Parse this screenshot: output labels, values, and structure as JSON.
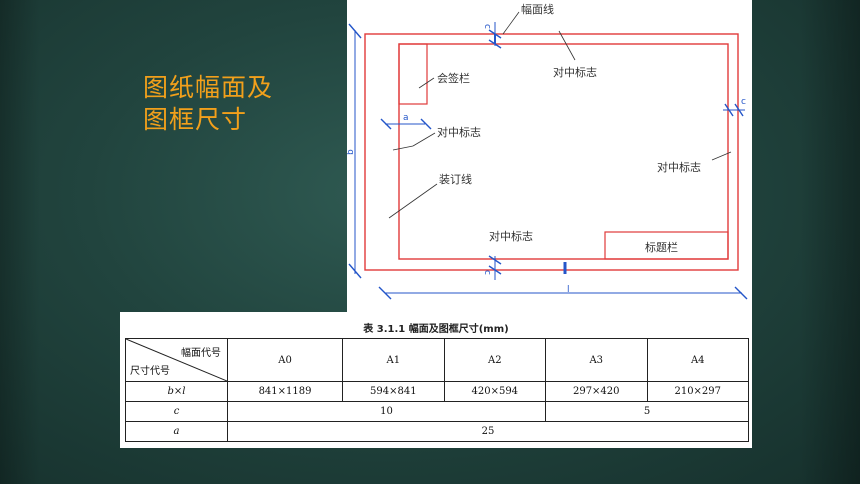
{
  "slide": {
    "title_line1": "图纸幅面及",
    "title_line2": "图框尺寸"
  },
  "colors": {
    "background": "#21443e",
    "title": "#f2a01b",
    "frame_line": "#e03a3a",
    "dimension_line": "#2456c9"
  },
  "diagram": {
    "labels": {
      "sheet_edge": "幅面线",
      "center_mark_top": "对中标志",
      "countersign_column": "会签栏",
      "center_mark_left": "对中标志",
      "binding_line": "装订线",
      "center_mark_right": "对中标志",
      "center_mark_bottom": "对中标志",
      "title_block": "标题栏"
    },
    "dims": {
      "c_top": "c",
      "c_right": "c",
      "c_bottom": "c",
      "a": "a",
      "b": "b",
      "l": "l"
    }
  },
  "table": {
    "title": "表 3.1.1   幅面及图框尺寸(mm)",
    "corner_top": "幅面代号",
    "corner_bottom": "尺寸代号",
    "sizes": [
      "A0",
      "A1",
      "A2",
      "A3",
      "A4"
    ],
    "rows": {
      "bxl_label": "b×l",
      "bxl_values": [
        "841×1189",
        "594×841",
        "420×594",
        "297×420",
        "210×297"
      ],
      "c_label": "c",
      "c_value_a0_a2": "10",
      "c_value_a3_a4": "5",
      "a_label": "a",
      "a_value": "25"
    }
  }
}
